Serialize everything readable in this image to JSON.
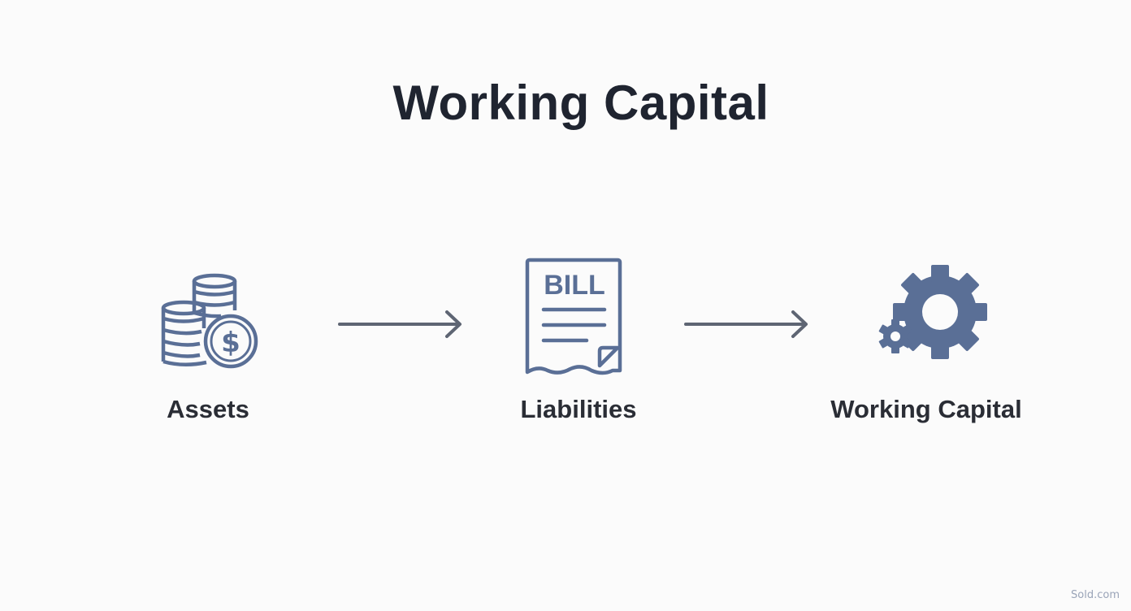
{
  "title": "Working Capital",
  "nodes": [
    {
      "label": "Assets",
      "icon": "coins-dollar-icon"
    },
    {
      "label": "Liabilities",
      "icon": "bill-document-icon",
      "icon_text": "BILL"
    },
    {
      "label": "Working Capital",
      "icon": "gears-icon"
    }
  ],
  "colors": {
    "icon": "#5a6f96",
    "arrow": "#5e6573",
    "title": "#1f2430",
    "label": "#2a2d35",
    "background": "#fbfbfb"
  },
  "watermark": "Sold.com"
}
